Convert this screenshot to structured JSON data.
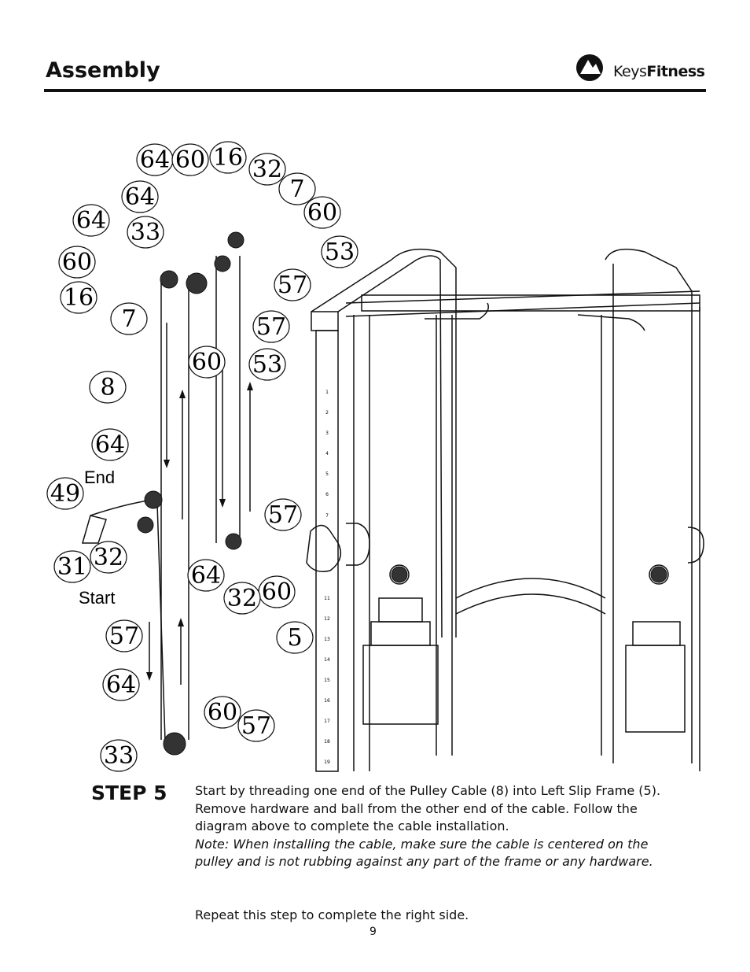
{
  "header": {
    "title": "Assembly",
    "brand": {
      "part1": "Keys",
      "part2": "Fitness"
    }
  },
  "diagram": {
    "callouts": [
      "64",
      "60",
      "16",
      "32",
      "7",
      "64",
      "60",
      "64",
      "33",
      "53",
      "60",
      "16",
      "57",
      "7",
      "57",
      "60",
      "53",
      "8",
      "64",
      "57",
      "49",
      "64",
      "32",
      "60",
      "31",
      "32",
      "57",
      "5",
      "64",
      "60",
      "57",
      "33"
    ],
    "labels": {
      "end": "End",
      "start": "Start"
    },
    "scale_numbers": [
      "1",
      "2",
      "3",
      "4",
      "5",
      "6",
      "7",
      "11",
      "12",
      "13",
      "14",
      "15",
      "16",
      "17",
      "18",
      "19"
    ]
  },
  "step": {
    "label": "STEP 5",
    "text": "Start by threading one end of the Pulley Cable (8) into Left Slip Frame (5). Remove hardware and ball from the other end of the cable. Follow the diagram above to complete the cable installation.",
    "note": "Note: When installing the cable, make sure the cable is centered on the pulley and is not rubbing against any part of the frame or any hardware.",
    "repeat": "Repeat this step to complete the right side."
  },
  "page_number": "9",
  "colors": {
    "ink": "#111111",
    "background": "#ffffff"
  }
}
